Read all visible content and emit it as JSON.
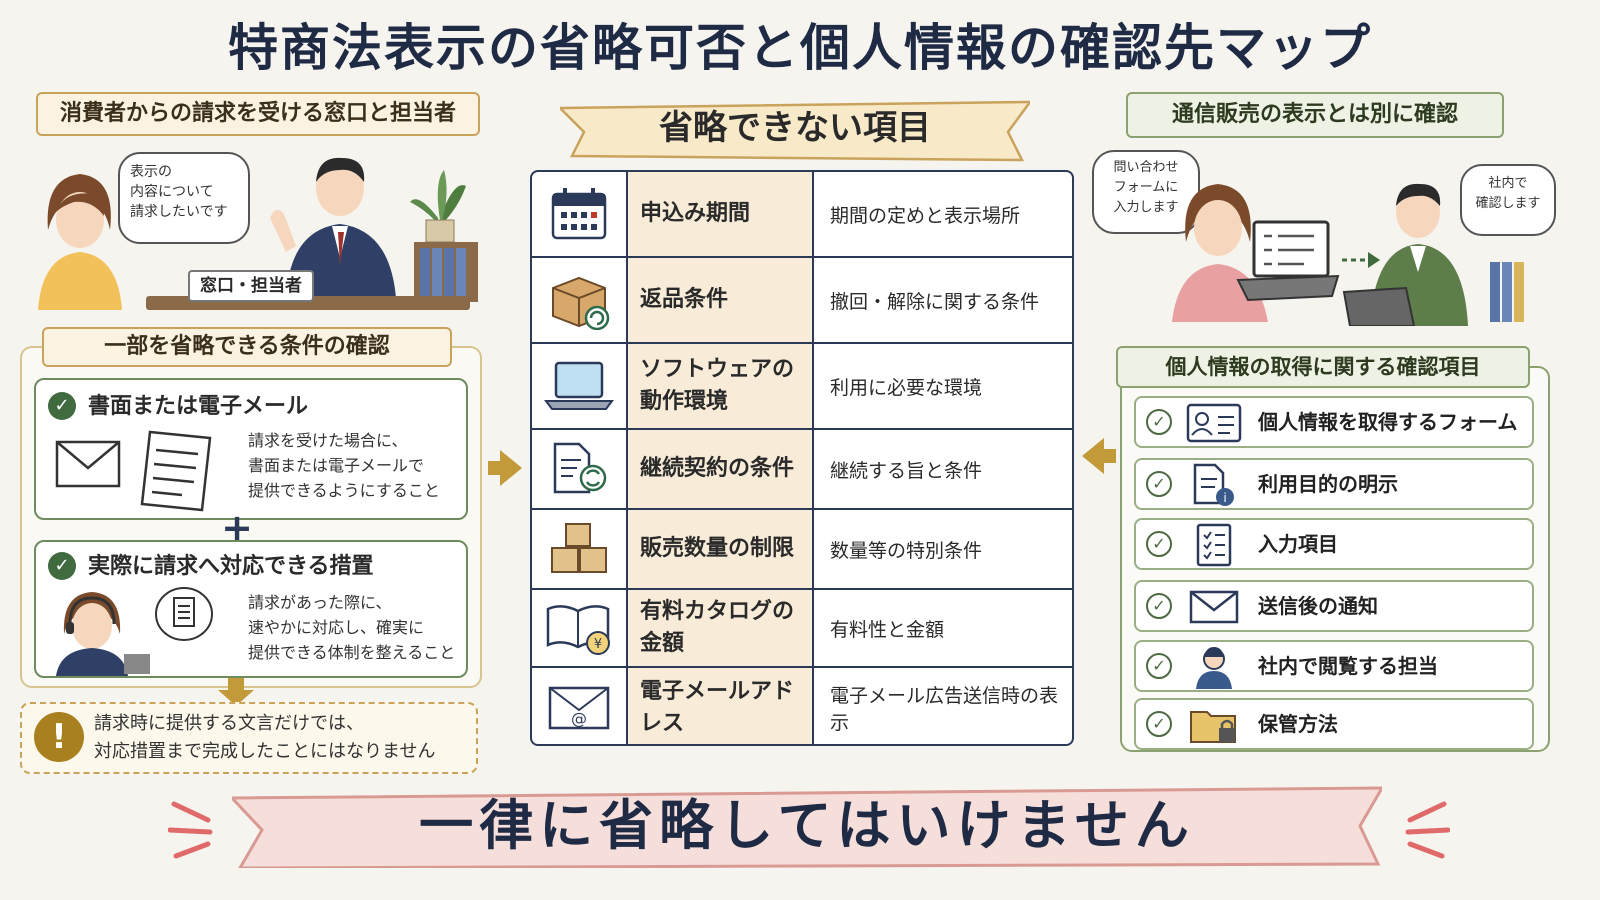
{
  "title": "特商法表示の省略可否と個人情報の確認先マップ",
  "left": {
    "contact_tag": "消費者からの請求を受ける窓口と担当者",
    "bubble_lines": [
      "表示の",
      "内容について",
      "請求したいです"
    ],
    "desk_sign": "窓口・担当者",
    "conditions_tag": "一部を省略できる条件の確認",
    "cond1_title": "書面または電子メール",
    "cond1_desc": [
      "請求を受けた場合に、",
      "書面または電子メールで",
      "提供できるようにすること"
    ],
    "plus": "+",
    "cond2_title": "実際に請求へ対応できる措置",
    "cond2_desc": [
      "請求があった際に、",
      "速やかに対応し、確実に",
      "提供できる体制を整えること"
    ],
    "warning_lines": [
      "請求時に提供する文言だけでは、",
      "対応措置まで完成したことにはなりません"
    ]
  },
  "center": {
    "banner": "省略できない項目",
    "rows": [
      {
        "item": "申込み期間",
        "desc": "期間の定めと表示場所",
        "icon": "calendar-icon"
      },
      {
        "item": "返品条件",
        "desc": "撤回・解除に関する条件",
        "icon": "return-box-icon"
      },
      {
        "item": "ソフトウェアの動作環境",
        "desc": "利用に必要な環境",
        "icon": "laptop-icon"
      },
      {
        "item": "継続契約の条件",
        "desc": "継続する旨と条件",
        "icon": "document-cycle-icon"
      },
      {
        "item": "販売数量の制限",
        "desc": "数量等の特別条件",
        "icon": "boxes-icon"
      },
      {
        "item": "有料カタログの金額",
        "desc": "有料性と金額",
        "icon": "catalog-yen-icon"
      },
      {
        "item": "電子メールアドレス",
        "desc": "電子メール広告送信時の表示",
        "icon": "email-at-icon"
      }
    ]
  },
  "right": {
    "top_tag": "通信販売の表示とは別に確認",
    "bubble1_lines": [
      "問い合わせ",
      "フォームに",
      "入力します"
    ],
    "bubble2_lines": [
      "社内で",
      "確認します"
    ],
    "panel_tag": "個人情報の取得に関する確認項目",
    "items": [
      {
        "label": "個人情報を取得するフォーム",
        "icon": "profile-form-icon"
      },
      {
        "label": "利用目的の明示",
        "icon": "info-document-icon"
      },
      {
        "label": "入力項目",
        "icon": "checklist-icon"
      },
      {
        "label": "送信後の通知",
        "icon": "envelope-icon"
      },
      {
        "label": "社内で閲覧する担当",
        "icon": "staff-person-icon"
      },
      {
        "label": "保管方法",
        "icon": "locked-folder-icon"
      }
    ]
  },
  "bottom": {
    "ribbon": "一律に省略してはいけません"
  },
  "colors": {
    "navy": "#1f2a44",
    "gold": "#c39a3a",
    "green": "#3f6b3f",
    "beige": "#f8ecd9",
    "ribbon_pink": "#f6dedb"
  }
}
